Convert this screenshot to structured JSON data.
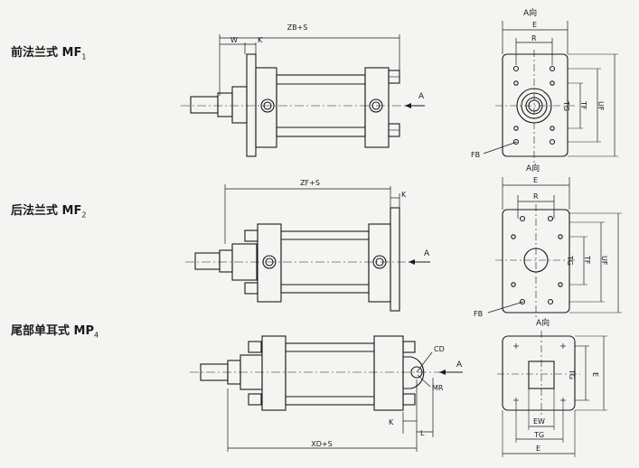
{
  "rows": [
    {
      "title": "前法兰式 MF",
      "sub": "1",
      "side_dim": "ZB+S",
      "w": "W",
      "k": "K",
      "arrow": "A",
      "view_title": "A向",
      "e": "E",
      "r": "R",
      "tg": "TG",
      "tf": "TF",
      "uf": "UF",
      "fb": "FB"
    },
    {
      "title": "后法兰式 MF",
      "sub": "2",
      "side_dim": "ZF+S",
      "k": "K",
      "arrow": "A",
      "view_title": "A向",
      "e": "E",
      "r": "R",
      "tg": "TG",
      "tf": "TF",
      "uf": "UF",
      "fb": "FB"
    },
    {
      "title": "尾部单耳式 MP",
      "sub": "4",
      "side_dim": "XD+S",
      "k": "K",
      "l": "L",
      "cd": "CD",
      "mr": "MR",
      "arrow": "A",
      "view_title": "A向",
      "e_right": "E",
      "tg_right": "TG",
      "ew": "EW",
      "tg_bottom": "TG",
      "e_bottom": "E"
    }
  ]
}
